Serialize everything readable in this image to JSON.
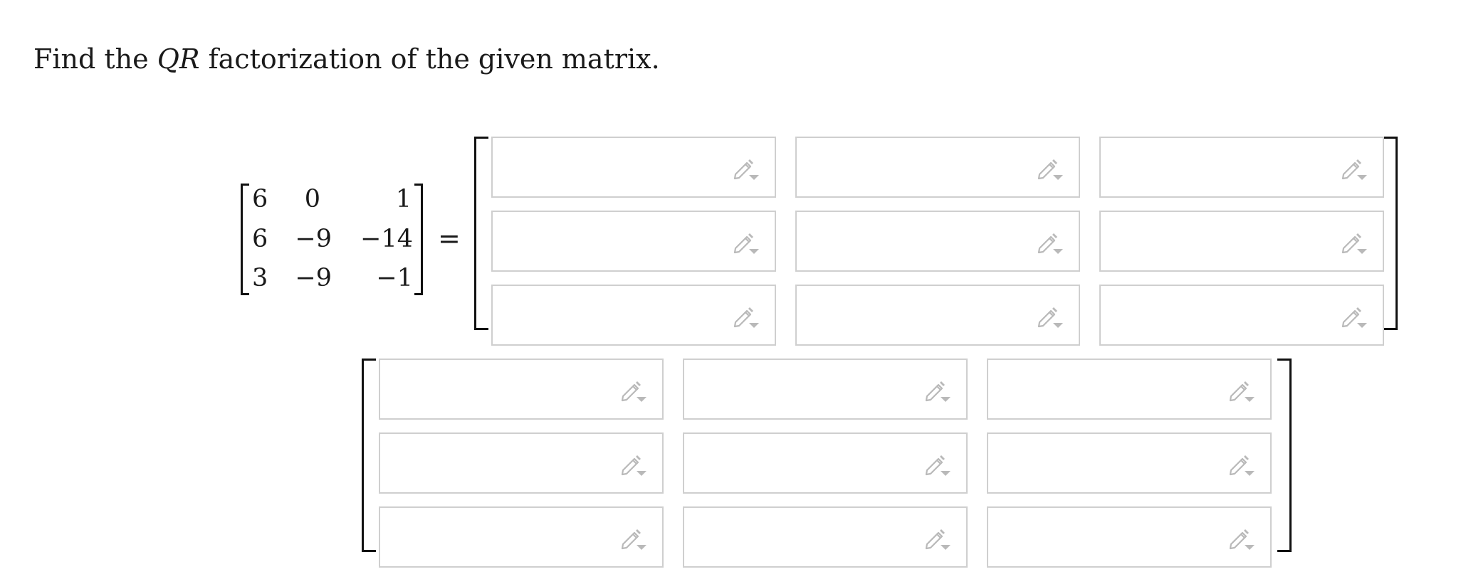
{
  "question": {
    "before": "Find the ",
    "variable": "QR",
    "after": " factorization of the given matrix."
  },
  "given_matrix": [
    [
      "6",
      "0",
      "1"
    ],
    [
      "6",
      "−9",
      "−14"
    ],
    [
      "3",
      "−9",
      "−1"
    ]
  ],
  "equals_sign": "=",
  "q_matrix": {
    "rows": 3,
    "cols": 3,
    "values": [
      [
        "",
        "",
        ""
      ],
      [
        "",
        "",
        ""
      ],
      [
        "",
        "",
        ""
      ]
    ]
  },
  "r_matrix": {
    "rows": 3,
    "cols": 3,
    "values": [
      [
        "",
        "",
        ""
      ],
      [
        "",
        "",
        ""
      ],
      [
        "",
        "",
        ""
      ]
    ]
  },
  "cell_icon": "pencil-dropdown-icon",
  "colors": {
    "cell_border": "#cfcfcf",
    "icon": "#b9b9b9",
    "text": "#1a1a1a"
  }
}
